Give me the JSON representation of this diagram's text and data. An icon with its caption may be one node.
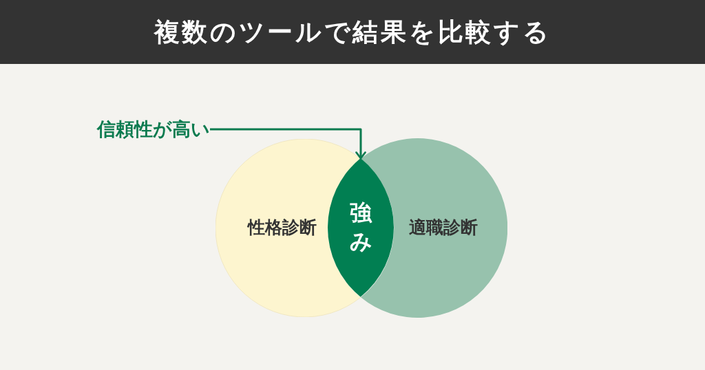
{
  "diagram": {
    "title": "複数のツールで結果を比較する",
    "nodes": [
      {
        "text": [
          "信頼性が高い"
        ]
      },
      {
        "text": [
          "性格診断"
        ]
      },
      {
        "text": [
          "強み"
        ]
      },
      {
        "text": [
          "適職診断"
        ]
      }
    ],
    "edges": [
      {
        "from": 0,
        "to": 2,
        "arrow": "to"
      }
    ]
  }
}
